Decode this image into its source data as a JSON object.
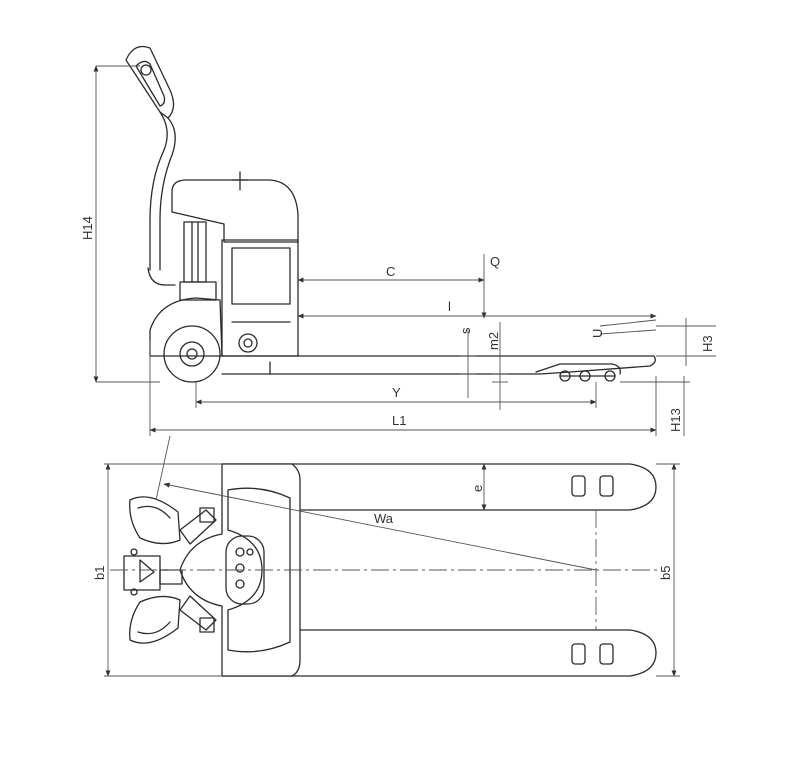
{
  "labels": {
    "H14": "H14",
    "C": "C",
    "Q": "Q",
    "l": "l",
    "s": "s",
    "m2": "m2",
    "U": "U",
    "H3": "H3",
    "Y": "Y",
    "L1": "L1",
    "H13": "H13",
    "e": "e",
    "Wa": "Wa",
    "b1": "b1",
    "b5": "b5"
  },
  "colors": {
    "line": "#2b2b2b",
    "dimension": "#555555",
    "background": "#ffffff"
  }
}
